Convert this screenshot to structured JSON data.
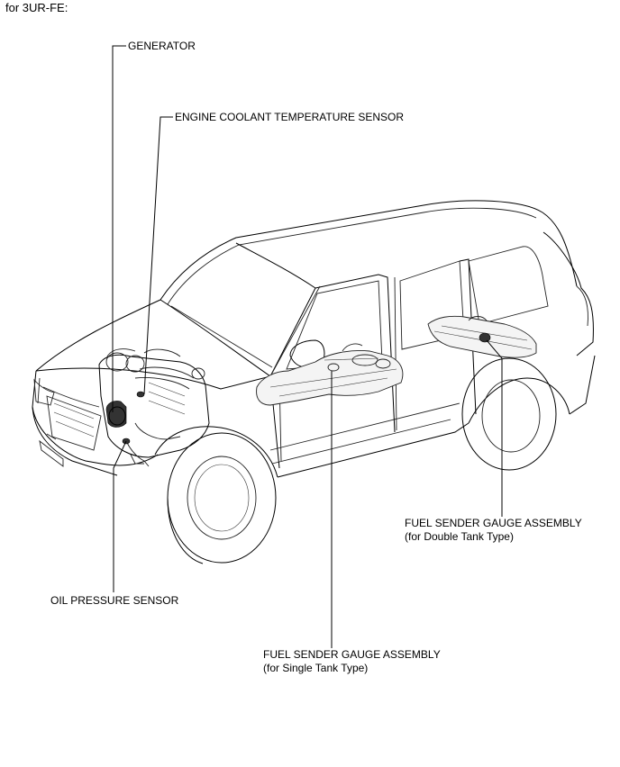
{
  "header": {
    "title": "for 3UR-FE:"
  },
  "labels": {
    "generator": "GENERATOR",
    "ect_sensor": "ENGINE COOLANT TEMPERATURE SENSOR",
    "oil_pressure_sensor": "OIL PRESSURE SENSOR",
    "fuel_double_title": "FUEL SENDER GAUGE ASSEMBLY",
    "fuel_double_sub": "(for Double Tank Type)",
    "fuel_single_title": "FUEL SENDER GAUGE ASSEMBLY",
    "fuel_single_sub": "(for Single Tank Type)"
  }
}
